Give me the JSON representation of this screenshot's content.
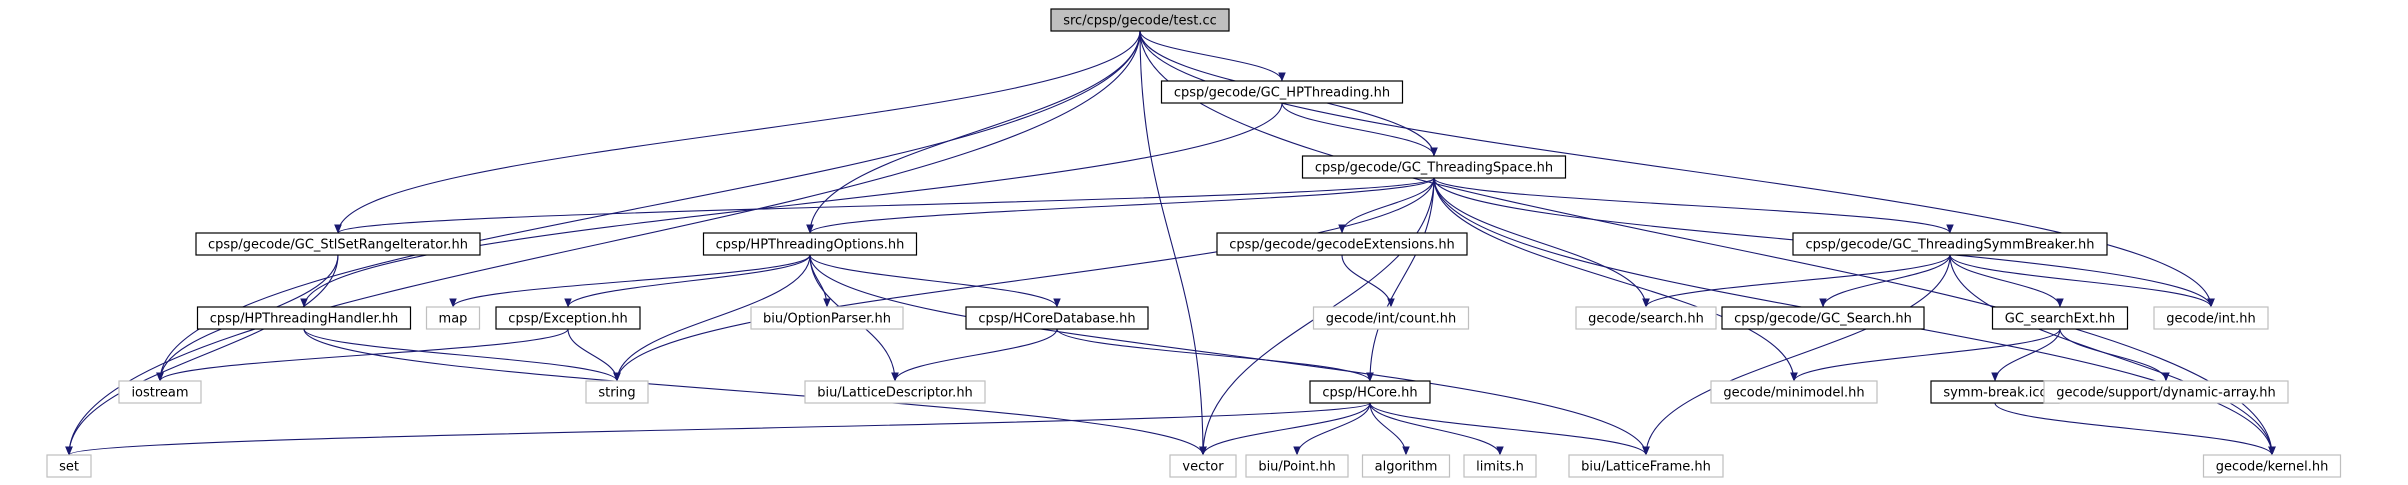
{
  "graph": {
    "colors": {
      "edge": "#191970",
      "node_border": "#000000",
      "external_border": "#bfbfbf",
      "root_fill": "#bfbfbf",
      "node_fill": "#ffffff"
    },
    "nodes": [
      {
        "id": "test_cc",
        "label": "src/cpsp/gecode/test.cc",
        "kind": "root"
      },
      {
        "id": "gc_hpthreading",
        "label": "cpsp/gecode/GC_HPThreading.hh",
        "kind": "internal"
      },
      {
        "id": "gc_threadingspace",
        "label": "cpsp/gecode/GC_ThreadingSpace.hh",
        "kind": "internal"
      },
      {
        "id": "gc_stlsetrangeiterator",
        "label": "cpsp/gecode/GC_StlSetRangeIterator.hh",
        "kind": "internal"
      },
      {
        "id": "hpthreadingoptions",
        "label": "cpsp/HPThreadingOptions.hh",
        "kind": "internal"
      },
      {
        "id": "gecodeextensions",
        "label": "cpsp/gecode/gecodeExtensions.hh",
        "kind": "internal"
      },
      {
        "id": "gc_threadingsymmbreaker",
        "label": "cpsp/gecode/GC_ThreadingSymmBreaker.hh",
        "kind": "internal"
      },
      {
        "id": "hpthreadinghandler",
        "label": "cpsp/HPThreadingHandler.hh",
        "kind": "internal"
      },
      {
        "id": "map",
        "label": "map",
        "kind": "external"
      },
      {
        "id": "exception",
        "label": "cpsp/Exception.hh",
        "kind": "internal"
      },
      {
        "id": "optionparser",
        "label": "biu/OptionParser.hh",
        "kind": "external"
      },
      {
        "id": "hcoredatabase",
        "label": "cpsp/HCoreDatabase.hh",
        "kind": "internal"
      },
      {
        "id": "gecode_int_count",
        "label": "gecode/int/count.hh",
        "kind": "external"
      },
      {
        "id": "gecode_search",
        "label": "gecode/search.hh",
        "kind": "external"
      },
      {
        "id": "gc_search",
        "label": "cpsp/gecode/GC_Search.hh",
        "kind": "internal"
      },
      {
        "id": "gc_searchext",
        "label": "GC_searchExt.hh",
        "kind": "internal"
      },
      {
        "id": "gecode_int",
        "label": "gecode/int.hh",
        "kind": "external"
      },
      {
        "id": "iostream",
        "label": "iostream",
        "kind": "external"
      },
      {
        "id": "string",
        "label": "string",
        "kind": "external"
      },
      {
        "id": "latticedescriptor",
        "label": "biu/LatticeDescriptor.hh",
        "kind": "external"
      },
      {
        "id": "hcore",
        "label": "cpsp/HCore.hh",
        "kind": "internal"
      },
      {
        "id": "gecode_minimodel",
        "label": "gecode/minimodel.hh",
        "kind": "external"
      },
      {
        "id": "symm_break",
        "label": "symm-break.icc",
        "kind": "internal"
      },
      {
        "id": "dynamic_array",
        "label": "gecode/support/dynamic-array.hh",
        "kind": "external"
      },
      {
        "id": "set",
        "label": "set",
        "kind": "external"
      },
      {
        "id": "vector",
        "label": "vector",
        "kind": "external"
      },
      {
        "id": "biu_point",
        "label": "biu/Point.hh",
        "kind": "external"
      },
      {
        "id": "algorithm",
        "label": "algorithm",
        "kind": "external"
      },
      {
        "id": "limits",
        "label": "limits.h",
        "kind": "external"
      },
      {
        "id": "latticeframe",
        "label": "biu/LatticeFrame.hh",
        "kind": "external"
      },
      {
        "id": "gecode_kernel",
        "label": "gecode/kernel.hh",
        "kind": "external"
      }
    ],
    "edges": [
      [
        "test_cc",
        "gc_hpthreading"
      ],
      [
        "test_cc",
        "gc_threadingspace"
      ],
      [
        "test_cc",
        "gc_stlsetrangeiterator"
      ],
      [
        "test_cc",
        "hpthreadingoptions"
      ],
      [
        "test_cc",
        "set"
      ],
      [
        "test_cc",
        "iostream"
      ],
      [
        "test_cc",
        "vector"
      ],
      [
        "test_cc",
        "gecode_int"
      ],
      [
        "test_cc",
        "gecode_kernel"
      ],
      [
        "gc_hpthreading",
        "gc_threadingspace"
      ],
      [
        "gc_hpthreading",
        "hpthreadinghandler"
      ],
      [
        "gc_threadingspace",
        "gc_stlsetrangeiterator"
      ],
      [
        "gc_threadingspace",
        "hpthreadingoptions"
      ],
      [
        "gc_threadingspace",
        "gecodeextensions"
      ],
      [
        "gc_threadingspace",
        "gc_threadingsymmbreaker"
      ],
      [
        "gc_threadingspace",
        "string"
      ],
      [
        "gc_threadingspace",
        "vector"
      ],
      [
        "gc_threadingspace",
        "hcore"
      ],
      [
        "gc_threadingspace",
        "gecode_minimodel"
      ],
      [
        "gc_threadingspace",
        "gecode_search"
      ],
      [
        "gc_threadingspace",
        "gecode_int"
      ],
      [
        "gc_threadingspace",
        "gecode_kernel"
      ],
      [
        "gc_stlsetrangeiterator",
        "iostream"
      ],
      [
        "gc_stlsetrangeiterator",
        "set"
      ],
      [
        "hpthreadingoptions",
        "map"
      ],
      [
        "hpthreadingoptions",
        "exception"
      ],
      [
        "hpthreadingoptions",
        "optionparser"
      ],
      [
        "hpthreadingoptions",
        "hcoredatabase"
      ],
      [
        "hpthreadingoptions",
        "string"
      ],
      [
        "hpthreadingoptions",
        "latticedescriptor"
      ],
      [
        "hpthreadingoptions",
        "latticeframe"
      ],
      [
        "gecodeextensions",
        "gecode_int_count"
      ],
      [
        "gc_threadingsymmbreaker",
        "gecode_search"
      ],
      [
        "gc_threadingsymmbreaker",
        "gc_search"
      ],
      [
        "gc_threadingsymmbreaker",
        "gc_searchext"
      ],
      [
        "gc_threadingsymmbreaker",
        "gecode_int"
      ],
      [
        "gc_threadingsymmbreaker",
        "latticeframe"
      ],
      [
        "gc_threadingsymmbreaker",
        "gecode_kernel"
      ],
      [
        "hpthreadinghandler",
        "string"
      ],
      [
        "hpthreadinghandler",
        "vector"
      ],
      [
        "exception",
        "iostream"
      ],
      [
        "exception",
        "string"
      ],
      [
        "hcoredatabase",
        "latticedescriptor"
      ],
      [
        "hcoredatabase",
        "hcore"
      ],
      [
        "gc_searchext",
        "gecode_minimodel"
      ],
      [
        "gc_searchext",
        "symm_break"
      ],
      [
        "gc_searchext",
        "dynamic_array"
      ],
      [
        "symm_break",
        "gecode_kernel"
      ],
      [
        "hcore",
        "set"
      ],
      [
        "hcore",
        "vector"
      ],
      [
        "hcore",
        "biu_point"
      ],
      [
        "hcore",
        "algorithm"
      ],
      [
        "hcore",
        "limits"
      ],
      [
        "hcore",
        "latticeframe"
      ]
    ]
  }
}
